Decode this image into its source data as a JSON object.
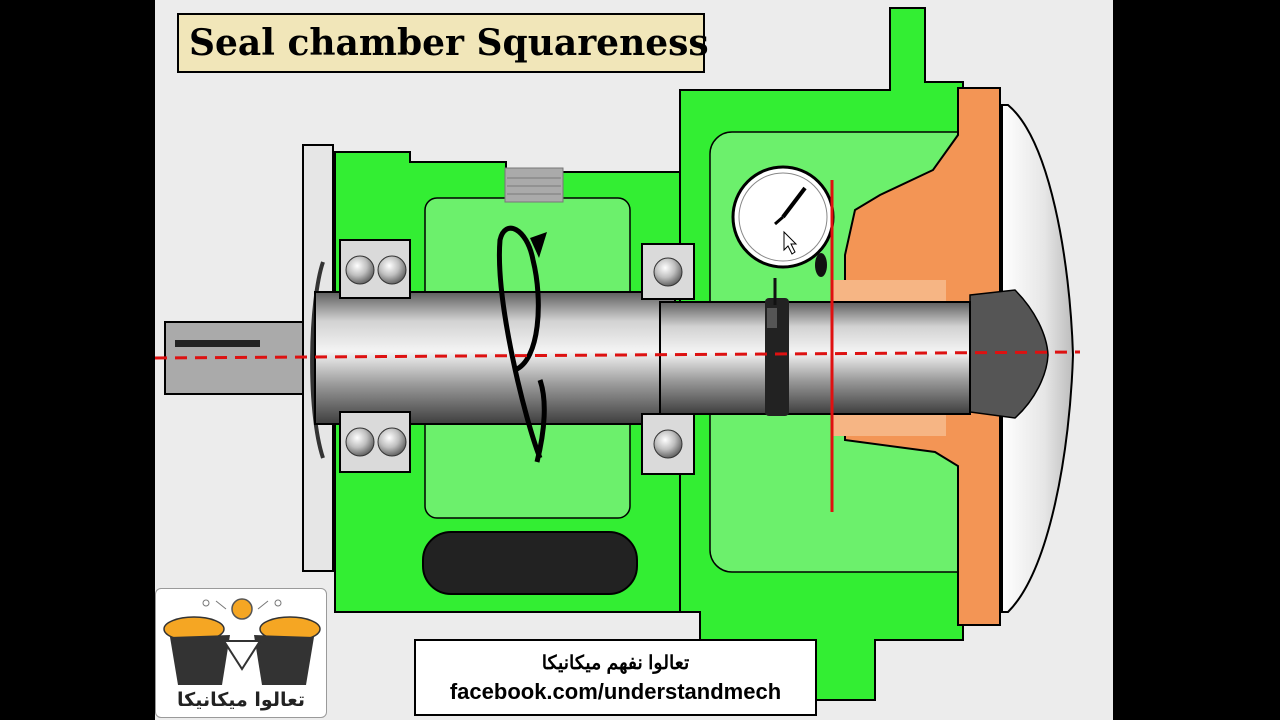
{
  "title": "Seal chamber Squareness",
  "logo": {
    "text": "تعالوا ميكانيكا"
  },
  "credit": {
    "arabic": "تعالوا نفهم ميكانيكا",
    "url": "facebook.com/understandmech"
  },
  "colors": {
    "casing": "#33ee33",
    "casing_shade": "#6cf06c",
    "seal_chamber": "#f39555",
    "shaft": "#a9a9a9",
    "centerline": "#dd1111",
    "squareness_line": "#e01010",
    "title_bg": "#f1e6b9"
  },
  "icons": [
    "dial-indicator-icon",
    "rotation-arrow-icon",
    "mouse-cursor-icon",
    "cartoon-mascot-icon"
  ]
}
